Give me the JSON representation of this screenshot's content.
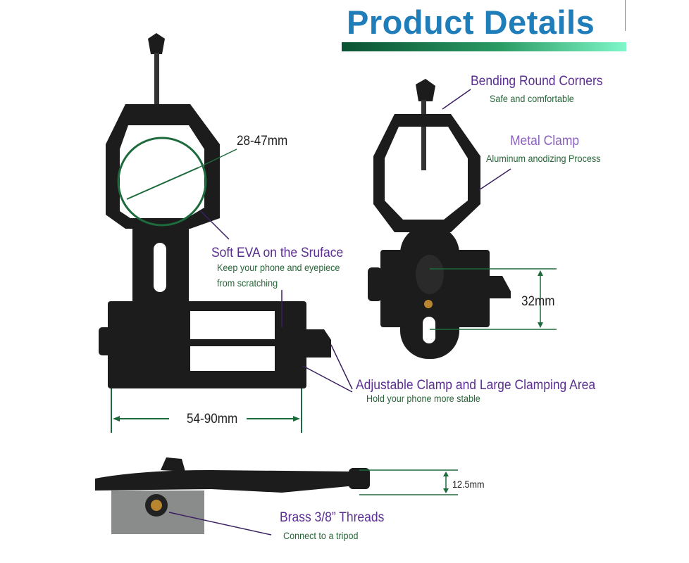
{
  "header": {
    "title": "Product Details"
  },
  "colors": {
    "title": "#1f7db9",
    "heading": "#5b2e91",
    "subtext": "#276638",
    "product": "#1c1c1c",
    "dimension_line": "#1d6a3c"
  },
  "labels": {
    "eyepiece_range": "28-47mm",
    "soft_eva": {
      "title": "Soft EVA on the Sruface",
      "line1": "Keep your phone and eyepiece",
      "line2": "from scratching"
    },
    "adjustable_clamp": {
      "title": "Adjustable Clamp and Large  Clamping Area",
      "sub": "Hold your phone more stable"
    },
    "phone_range": "54-90mm",
    "bending_corners": {
      "title": "Bending Round Corners",
      "sub": "Safe and comfortable"
    },
    "metal_clamp": {
      "title": "Metal Clamp",
      "sub": "Aluminum anodizing Process"
    },
    "height_dim": "32mm",
    "thickness_dim": "12.5mm",
    "brass_threads": {
      "title": "Brass 3/8” Threads",
      "sub": "Connect to a tripod"
    }
  }
}
